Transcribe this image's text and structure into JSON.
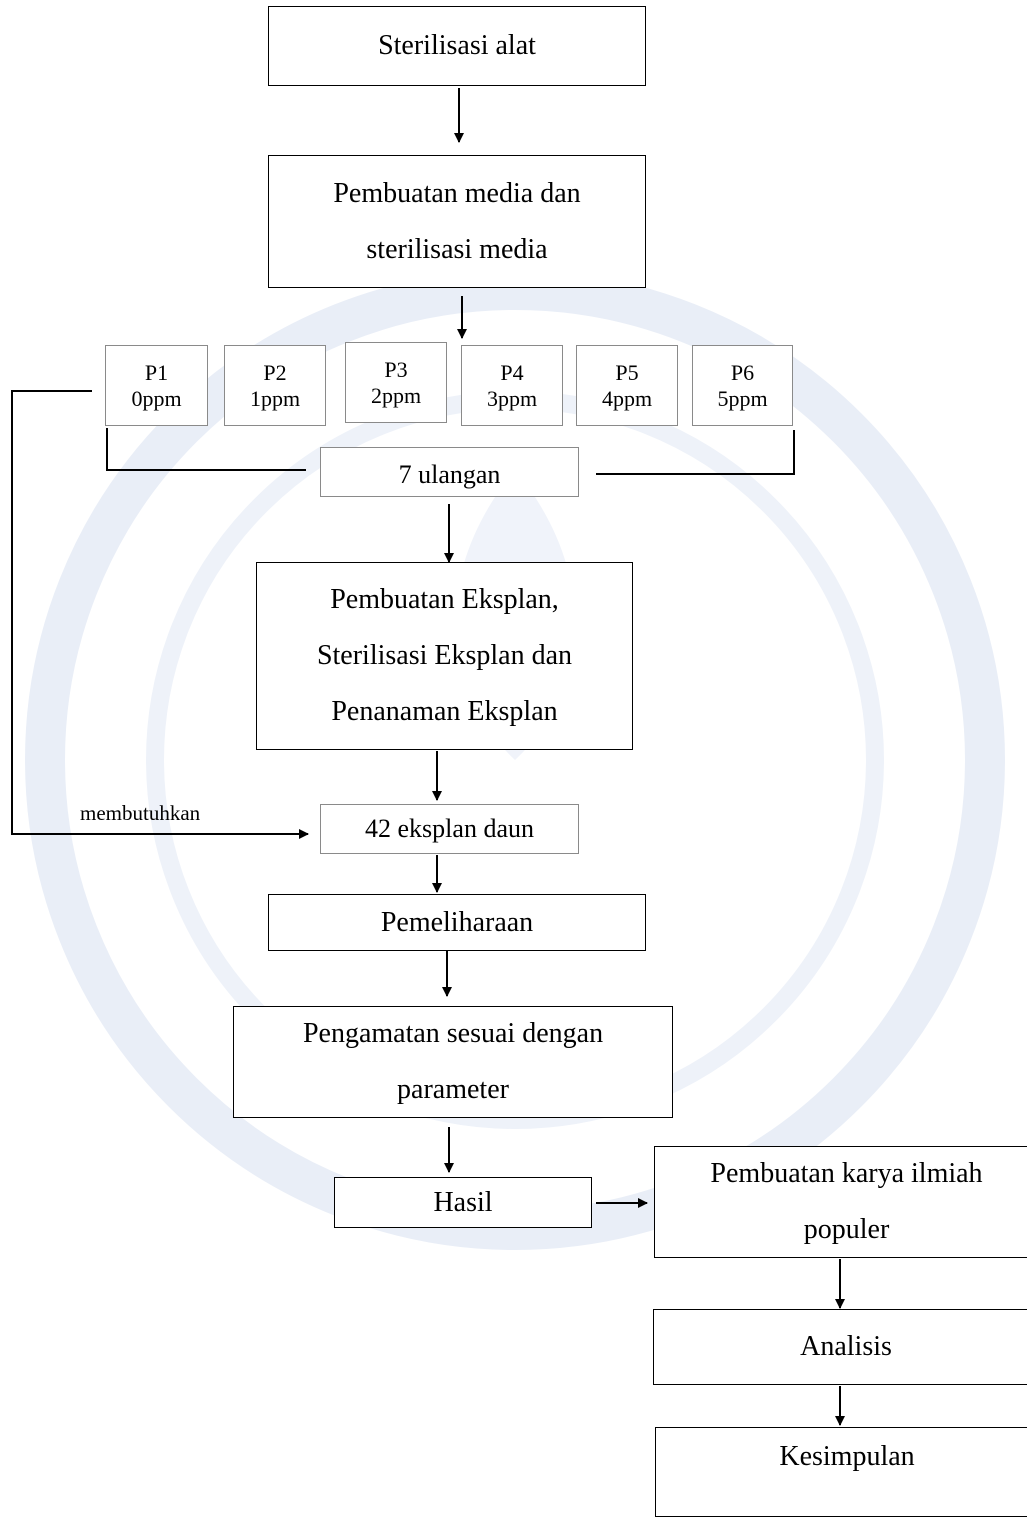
{
  "diagram": {
    "sterilisasi_alat": "Sterilisasi alat",
    "pembuatan_media": [
      "Pembuatan media dan",
      "sterilisasi media"
    ],
    "treatments": [
      {
        "code": "P1",
        "dose": "0ppm"
      },
      {
        "code": "P2",
        "dose": "1ppm"
      },
      {
        "code": "P3",
        "dose": "2ppm"
      },
      {
        "code": "P4",
        "dose": "3ppm"
      },
      {
        "code": "P5",
        "dose": "4ppm"
      },
      {
        "code": "P6",
        "dose": "5ppm"
      }
    ],
    "ulangan": "7 ulangan",
    "pembuatan_eksplan": [
      "Pembuatan Eksplan,",
      "Sterilisasi Eksplan dan",
      "Penanaman Eksplan"
    ],
    "membutuhkan": "membutuhkan",
    "eksplan_daun": "42 eksplan daun",
    "pemeliharaan": "Pemeliharaan",
    "pengamatan": [
      "Pengamatan sesuai dengan",
      "parameter"
    ],
    "hasil": "Hasil",
    "karya_ilmiah": [
      "Pembuatan karya ilmiah",
      "populer"
    ],
    "analisis": "Analisis",
    "kesimpulan": "Kesimpulan"
  }
}
